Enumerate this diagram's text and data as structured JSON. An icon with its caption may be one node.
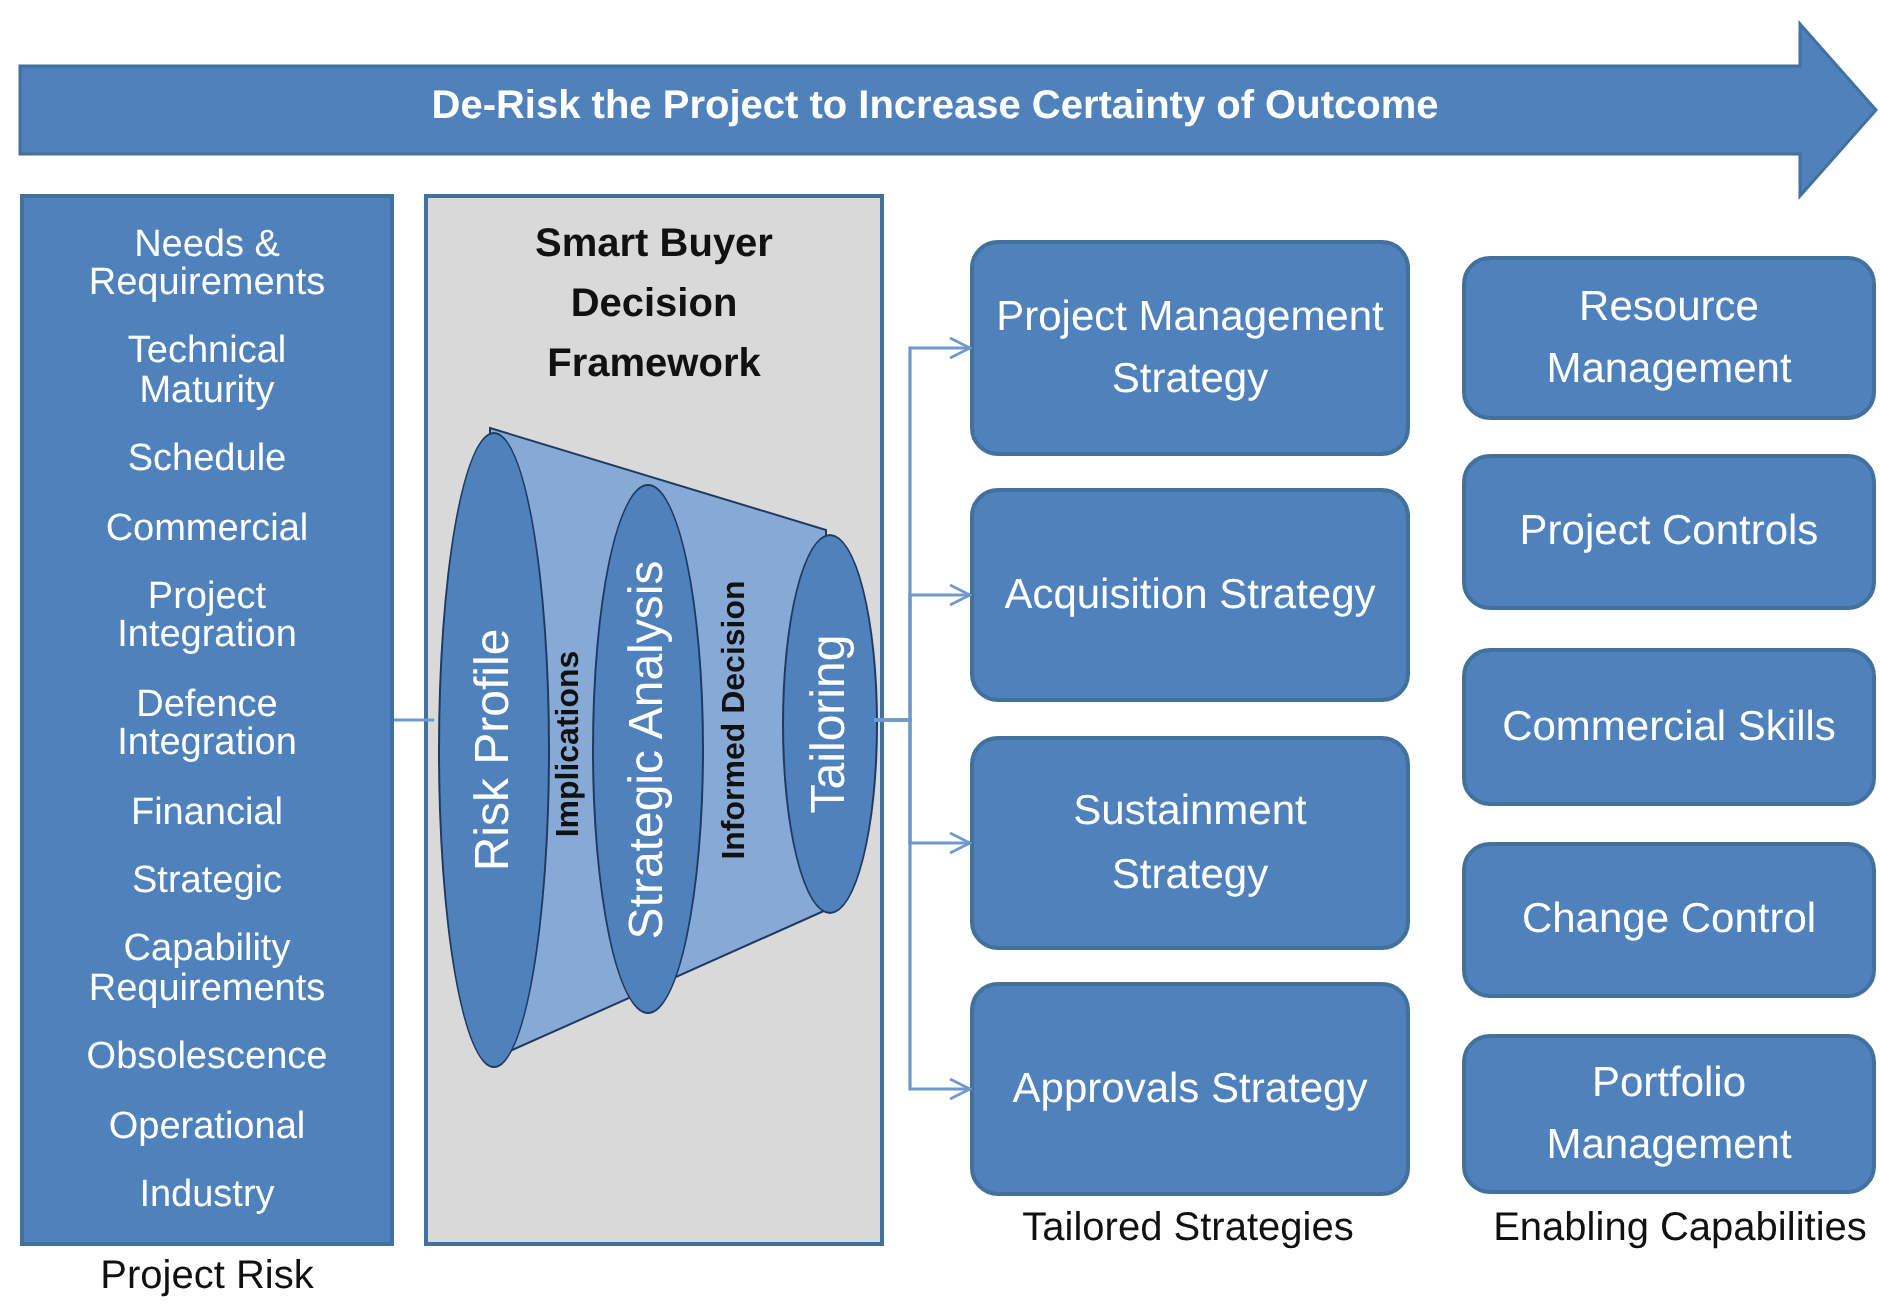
{
  "diagram": {
    "title": "De-Risk the Project to Increase Certainty of Outcome",
    "nodes": [
      {
        "text": [
          "Needs & Requirements",
          "Technical Maturity",
          "Schedule",
          "Commercial",
          "Project Integration",
          "Defence Integration",
          "Financial",
          "Strategic",
          "Capability Requirements",
          "Obsolescence",
          "Operational",
          "Industry"
        ],
        "beside": [
          "Project Risk"
        ]
      },
      {
        "text": [
          "Smart Buyer Decision Framework"
        ]
      },
      {
        "text": [
          "Risk Profile"
        ],
        "in": 1
      },
      {
        "text": [
          "Strategic Analysis"
        ],
        "in": 1
      },
      {
        "text": [
          "Tailoring"
        ],
        "in": 1
      },
      {
        "text": [
          "Project Management Strategy"
        ]
      },
      {
        "text": [
          "Acquisition Strategy"
        ]
      },
      {
        "text": [
          "Sustainment Strategy"
        ]
      },
      {
        "text": [
          "Approvals Strategy"
        ]
      },
      {
        "text": [
          "Resource Management"
        ]
      },
      {
        "text": [
          "Project Controls"
        ]
      },
      {
        "text": [
          "Commercial Skills"
        ]
      },
      {
        "text": [
          "Change Control"
        ]
      },
      {
        "text": [
          "Portfolio Management"
        ]
      }
    ],
    "edges": [
      {
        "from": 0,
        "to": 2,
        "arrow": "none"
      },
      {
        "from": 4,
        "to": 5,
        "arrow": "to"
      },
      {
        "from": 4,
        "to": 6,
        "arrow": "to"
      },
      {
        "from": 4,
        "to": 7,
        "arrow": "to"
      },
      {
        "from": 4,
        "to": 8,
        "arrow": "to"
      }
    ],
    "labels": [
      "Implications",
      "Informed Decision",
      "Tailored Strategies",
      "Enabling Capabilities"
    ]
  }
}
